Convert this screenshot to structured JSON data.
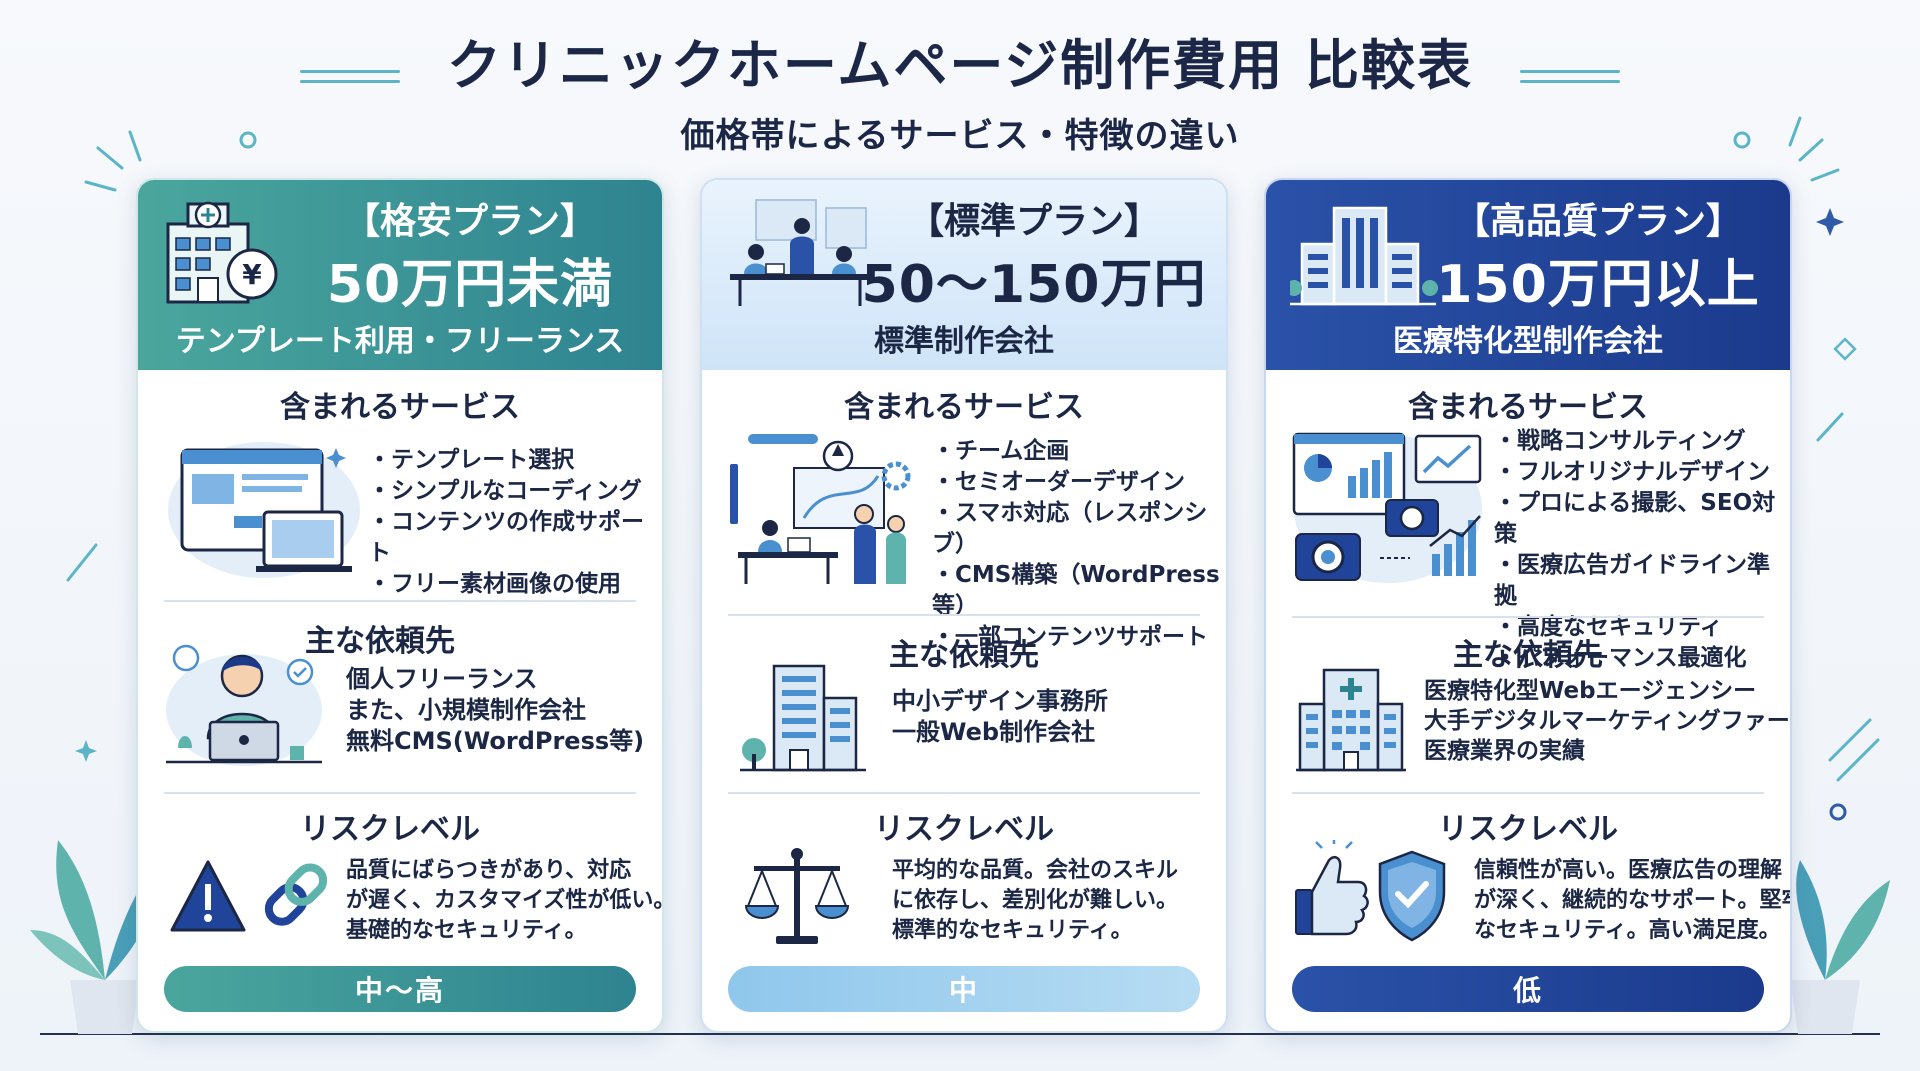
{
  "header": {
    "title": "クリニックホームページ制作費用 比較表",
    "subtitle": "価格帯によるサービス・特徴の違い"
  },
  "labels": {
    "services": "含まれるサービス",
    "vendors": "主な依頼先",
    "risk": "リスクレベル"
  },
  "plans": [
    {
      "name": "【格安プラン】",
      "price": "50万円未満",
      "vendor": "テンプレート利用・フリーランス",
      "services": [
        "テンプレート選択",
        "シンプルなコーディング",
        "コンテンツの作成サポート",
        "フリー素材画像の使用"
      ],
      "vendors": [
        "個人フリーランス",
        "また、小規模制作会社",
        "無料CMS(WordPress等)"
      ],
      "risk_text": [
        "品質にばらつきがあり、対応",
        "が遅く、カスタマイズ性が低い。",
        "基礎的なセキュリティ。"
      ],
      "risk_level": "中〜高",
      "accent": "#3a9a96"
    },
    {
      "name": "【標準プラン】",
      "price": "50〜150万円",
      "vendor": "標準制作会社",
      "services": [
        "チーム企画",
        "セミオーダーデザイン",
        "スマホ対応（レスポンシブ）",
        "CMS構築（WordPress等）",
        "一部コンテンツサポート"
      ],
      "vendors": [
        "中小デザイン事務所",
        "一般Web制作会社"
      ],
      "risk_text": [
        "平均的な品質。会社のスキル",
        "に依存し、差別化が難しい。",
        "標準的なセキュリティ。"
      ],
      "risk_level": "中",
      "accent": "#8fc7ec"
    },
    {
      "name": "【高品質プラン】",
      "price": "150万円以上",
      "vendor": "医療特化型制作会社",
      "services": [
        "戦略コンサルティング",
        "フルオリジナルデザイン",
        "プロによる撮影、SEO対策",
        "医療広告ガイドライン準拠",
        "高度なセキュリティ",
        "パフォーマンス最適化"
      ],
      "vendors": [
        "医療特化型Webエージェンシー",
        "大手デジタルマーケティングファーム",
        "医療業界の実績"
      ],
      "risk_text": [
        "信頼性が高い。医療広告の理解",
        "が深く、継続的なサポート。堅牢",
        "なセキュリティ。高い満足度。"
      ],
      "risk_level": "低",
      "accent": "#1f449a"
    }
  ]
}
